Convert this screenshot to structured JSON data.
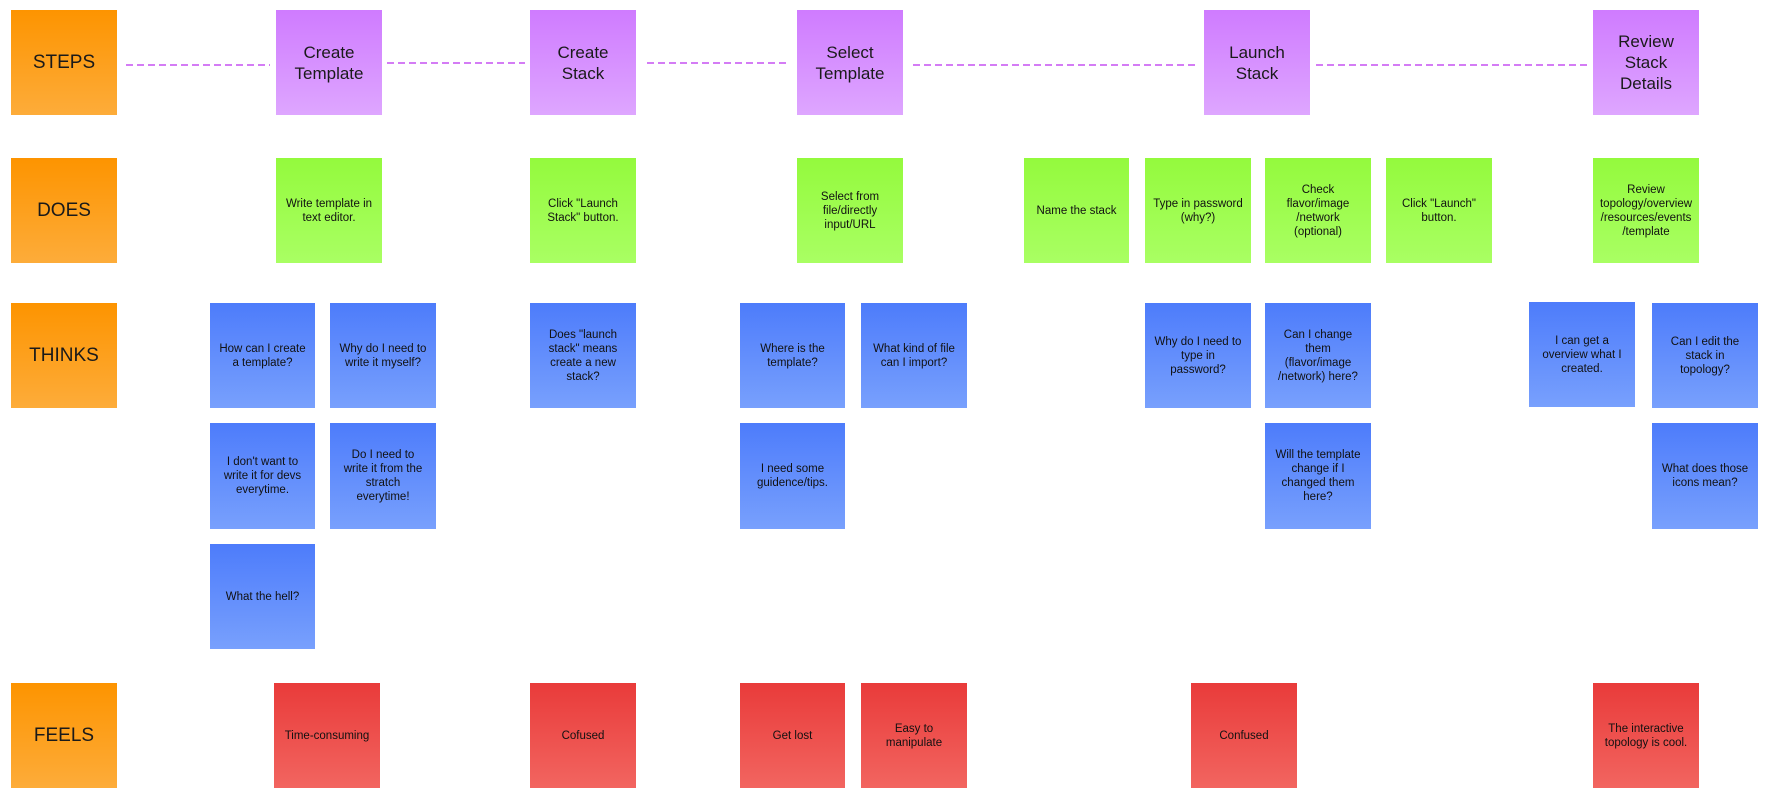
{
  "rows": {
    "steps": "STEPS",
    "does": "DOES",
    "thinks": "THINKS",
    "feels": "FEELS"
  },
  "steps": [
    "Create Template",
    "Create Stack",
    "Select Template",
    "Launch Stack",
    "Review Stack Details"
  ],
  "does": [
    "Write template in text editor.",
    "Click \"Launch Stack\" button.",
    "Select from file/directly input/URL",
    "Name the stack",
    "Type in password (why?)",
    "Check flavor/image /network (optional)",
    "Click \"Launch\" button.",
    "Review topology/overview /resources/events /template"
  ],
  "thinks": [
    "How can I create a template?",
    "Why do I need to write it myself?",
    "I don't want to write it for devs everytime.",
    "Do I need to write it from the stratch everytime!",
    "What the hell?",
    "Does \"launch stack\" means create a new stack?",
    "Where is the template?",
    "What kind of file can I import?",
    "I need some guidence/tips.",
    "Why do I need to type in password?",
    "Can I change them (flavor/image /network) here?",
    "Will the template change if I changed them here?",
    "I can get a overview what I created.",
    "Can I edit the stack in topology?",
    "What does those icons mean?"
  ],
  "feels": [
    "Time-consuming",
    "Cofused",
    "Get lost",
    "Easy to manipulate",
    "Confused",
    "The interactive topology is cool."
  ],
  "colors": {
    "row_label": "#fd9400",
    "steps": "#d080ff",
    "does": "#9cfb4a",
    "thinks": "#5a86fc",
    "feels": "#ec4442",
    "connector": "#d47cf5"
  }
}
